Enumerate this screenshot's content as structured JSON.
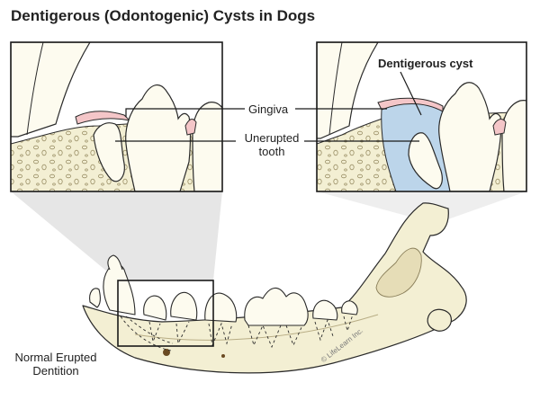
{
  "title": "Dentigerous (Odontogenic) Cysts in Dogs",
  "labels": {
    "gingiva": "Gingiva",
    "unerupted_line1": "Unerupted",
    "unerupted_line2": "tooth",
    "dentigerous_cyst": "Dentigerous cyst",
    "normal_line1": "Normal Erupted",
    "normal_line2": "Dentition"
  },
  "copyright": "© LifeLearn Inc.",
  "colors": {
    "bone": "#f3efd3",
    "tooth": "#fdfbef",
    "gingiva": "#f4c6c8",
    "cyst": "#bcd5ea",
    "outline": "#2a2a2a",
    "projection": "#e5e5e5"
  }
}
